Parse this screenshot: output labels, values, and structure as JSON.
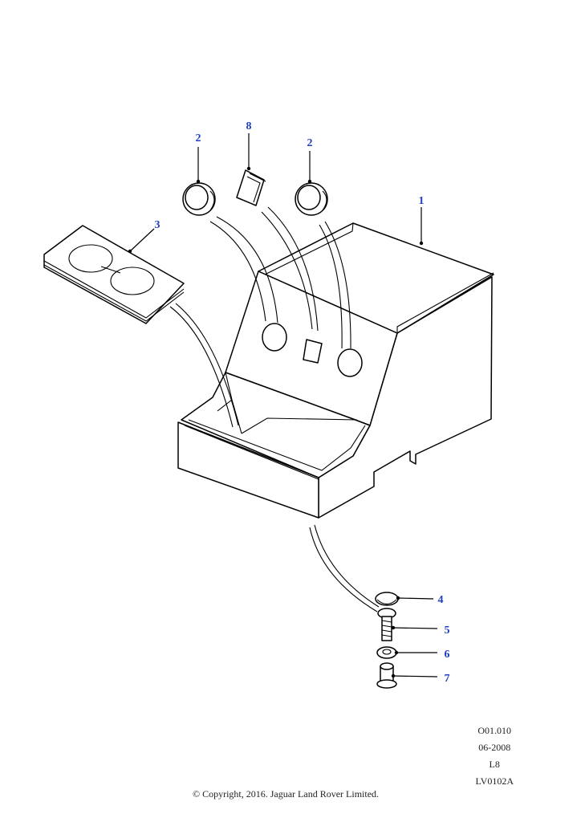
{
  "diagram": {
    "callouts": {
      "c1": "1",
      "c2a": "2",
      "c2b": "2",
      "c3": "3",
      "c4": "4",
      "c5": "5",
      "c6": "6",
      "c7": "7",
      "c8": "8"
    },
    "reference": {
      "code": "O01.010",
      "date": "06-2008",
      "model": "L8",
      "illustration": "LV0102A"
    },
    "copyright": "© Copyright, 2016. Jaguar Land Rover Limited."
  },
  "colors": {
    "callout": "#1f3fbf",
    "line": "#000000"
  }
}
